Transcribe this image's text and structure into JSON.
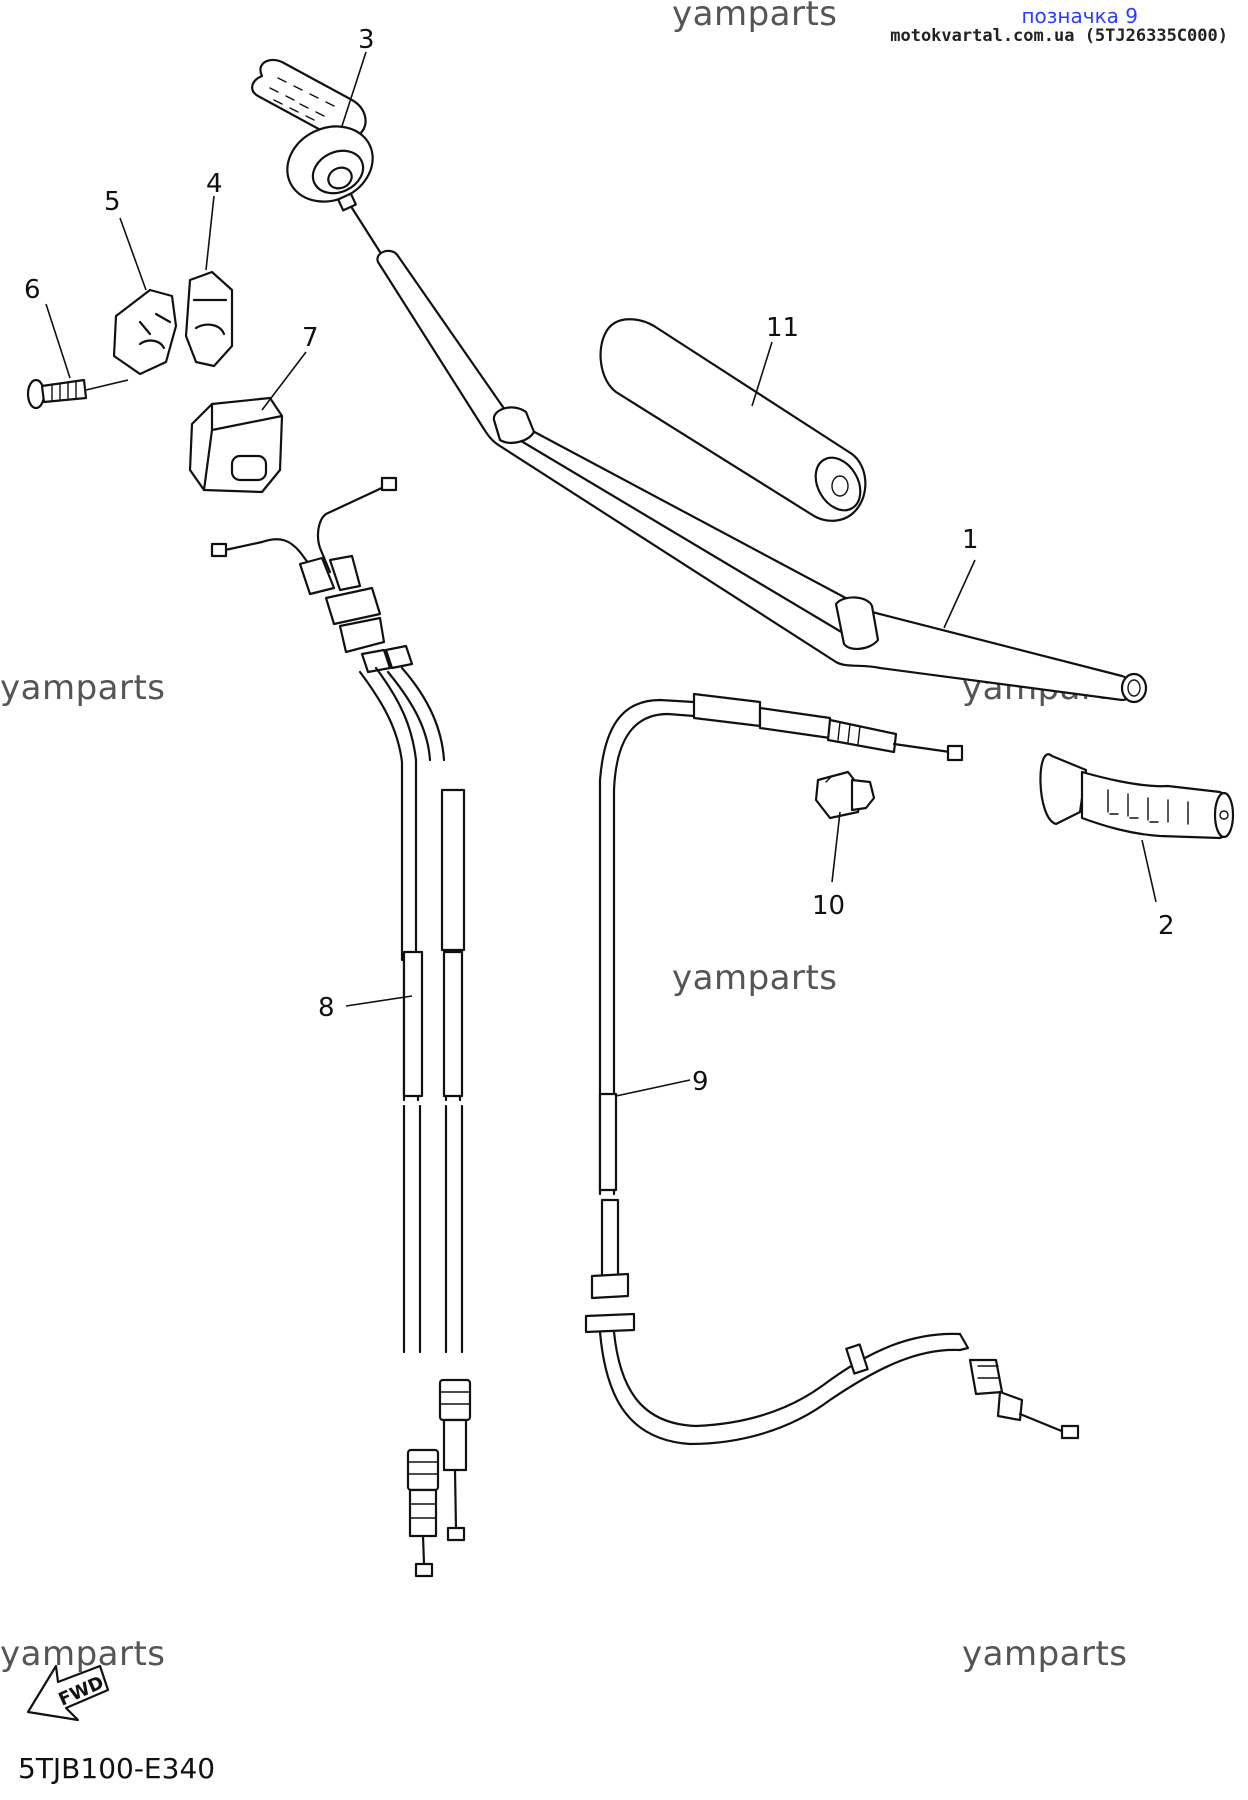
{
  "header": {
    "tag": "позначка 9",
    "source": "motokvartal.com.ua (5TJ26335C000)"
  },
  "watermarks": [
    "yamparts",
    "yamparts",
    "yamparts",
    "yamparts",
    "yamparts",
    "yamparts"
  ],
  "callouts": [
    "1",
    "2",
    "3",
    "4",
    "5",
    "6",
    "7",
    "8",
    "9",
    "10",
    "11"
  ],
  "fwd_label": "FWD",
  "diagram_code": "5TJB100-E340",
  "icons": [
    "fwd-arrow-icon"
  ]
}
